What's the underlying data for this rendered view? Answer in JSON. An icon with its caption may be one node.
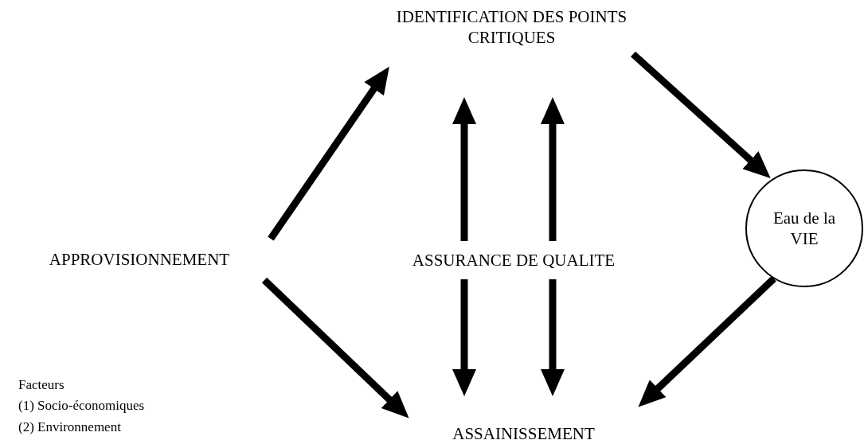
{
  "diagram": {
    "nodes": [
      {
        "text": [
          "APPROVISIONNEMENT"
        ]
      },
      {
        "text": [
          "IDENTIFICATION DES POINTS CRITIQUES"
        ]
      },
      {
        "text": [
          "Eau de la VIE"
        ]
      },
      {
        "text": [
          "ASSURANCE DE QUALITE"
        ]
      },
      {
        "text": [
          "ASSAINISSEMENT"
        ]
      }
    ],
    "edges": [
      {
        "from": 0,
        "to": 1,
        "arrow": "to"
      },
      {
        "from": 1,
        "to": 2,
        "arrow": "to"
      },
      {
        "from": 3,
        "to": 1,
        "arrow": "to"
      },
      {
        "from": 3,
        "to": 1,
        "arrow": "to"
      },
      {
        "from": 3,
        "to": 4,
        "arrow": "to"
      },
      {
        "from": 3,
        "to": 4,
        "arrow": "to"
      },
      {
        "from": 0,
        "to": 4,
        "arrow": "to"
      },
      {
        "from": 2,
        "to": 4,
        "arrow": "to"
      }
    ],
    "labels": [
      "Facteurs",
      "(1) Socio-économiques",
      "(2) Environnement"
    ]
  }
}
